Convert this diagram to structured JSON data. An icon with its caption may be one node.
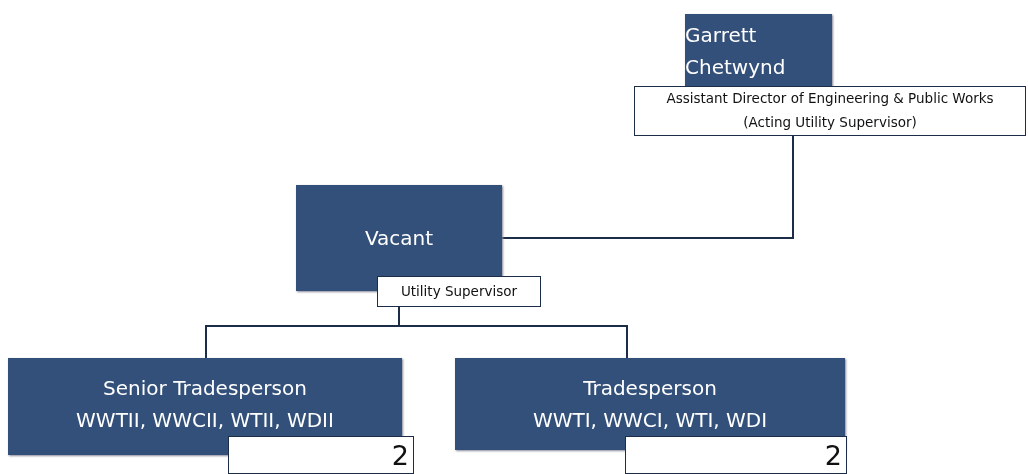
{
  "diagram": {
    "nodes": [
      {
        "text": [
          "Garrett Chetwynd"
        ]
      },
      {
        "text": [
          "Assistant Director of Engineering & Public Works (Acting Utility Supervisor)"
        ]
      },
      {
        "text": [
          "Vacant"
        ]
      },
      {
        "text": [
          "Utility Supervisor"
        ]
      },
      {
        "text": [
          "Senior Tradesperson",
          "WWTII, WWCII, WTII, WDII"
        ]
      },
      {
        "text": [
          "2"
        ]
      },
      {
        "text": [
          "Tradesperson",
          "WWTI, WWCI, WTI, WDI"
        ]
      },
      {
        "text": [
          "2"
        ]
      }
    ],
    "edges": [
      {
        "from": 1,
        "to": 2,
        "arrow": "none"
      },
      {
        "from": 3,
        "to": 4,
        "arrow": "none"
      },
      {
        "from": 3,
        "to": 6,
        "arrow": "none"
      }
    ]
  }
}
